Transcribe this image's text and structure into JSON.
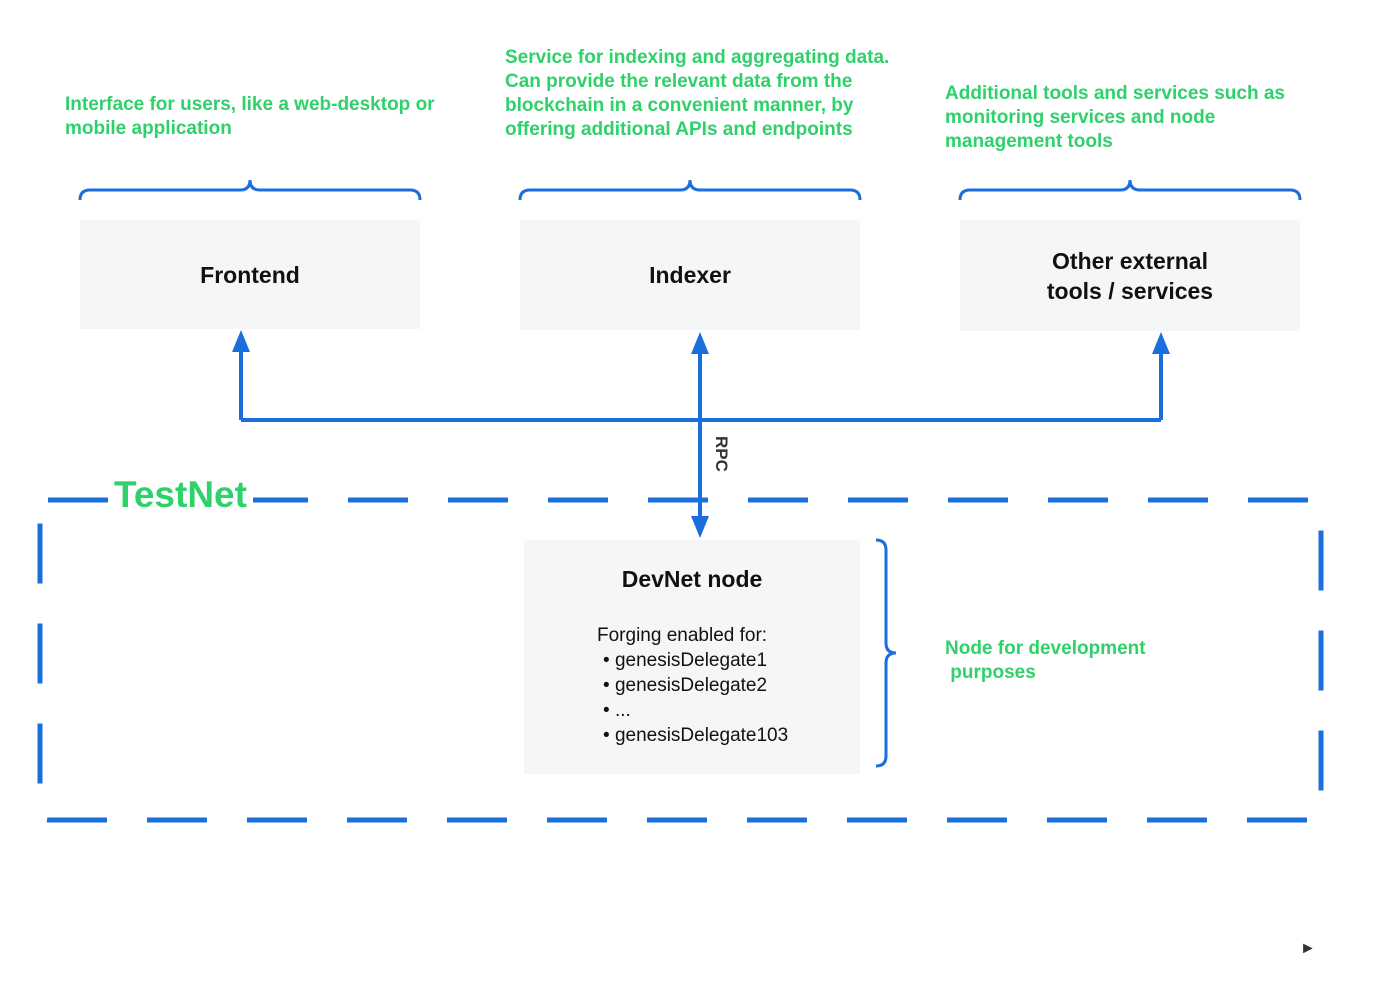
{
  "descriptions": {
    "frontend": "Interface for users, like a web-desktop or mobile application",
    "indexer": "Service for indexing and aggregating data. Can provide the relevant data from the blockchain in a convenient manner, by offering additional APIs and endpoints",
    "other": "Additional tools and services such as monitoring services and node management tools",
    "devnet": "Node for development\n purposes"
  },
  "boxes": {
    "frontend": "Frontend",
    "indexer": "Indexer",
    "other": "Other external\ntools / services"
  },
  "connector_label": "RPC",
  "network_label": "TestNet",
  "devnet": {
    "title": "DevNet node",
    "intro": "Forging enabled for:",
    "items": [
      "genesisDelegate1",
      "genesisDelegate2",
      "...",
      "genesisDelegate103"
    ]
  },
  "colors": {
    "accent_blue": "#1a6fdc",
    "accent_green": "#2fd16b",
    "box_fill": "#f5f6f7"
  },
  "icons": {
    "corner": "play-icon"
  }
}
